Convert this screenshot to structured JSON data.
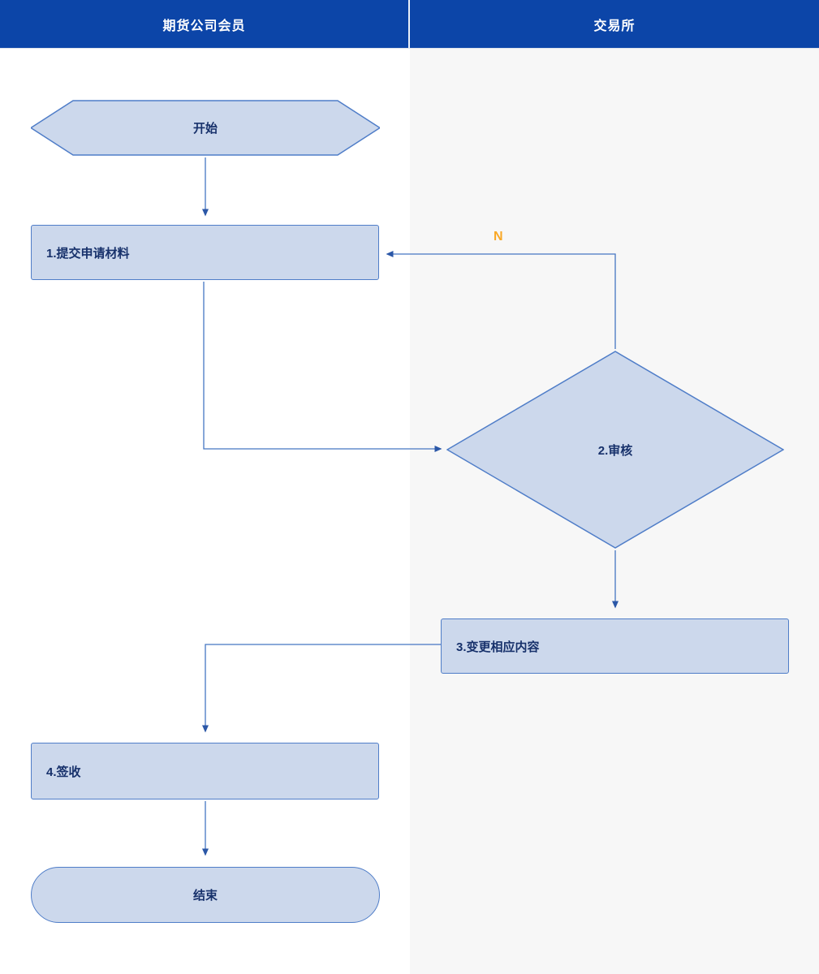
{
  "lanes": [
    {
      "label": "期货公司会员"
    },
    {
      "label": "交易所"
    }
  ],
  "nodes": {
    "start": {
      "label": "开始",
      "shape": "hexagon"
    },
    "submit": {
      "label": "1.提交申请材料",
      "shape": "rect"
    },
    "review": {
      "label": "2.审核",
      "shape": "diamond"
    },
    "change": {
      "label": "3.变更相应内容",
      "shape": "rect"
    },
    "sign": {
      "label": "4.签收",
      "shape": "rect"
    },
    "end": {
      "label": "结束",
      "shape": "stadium"
    }
  },
  "edges": {
    "review_to_submit_label": "N"
  },
  "colors": {
    "header-bg": "#0c45a8",
    "header-text": "#ffffff",
    "lane-right-bg": "#f7f7f7",
    "shape-fill": "#ccd8ec",
    "shape-border": "#4f7dc8",
    "node-text": "#17316b",
    "connector": "#4576c2",
    "arrowhead": "#2b57a7",
    "edge-label": "#f9a826"
  }
}
